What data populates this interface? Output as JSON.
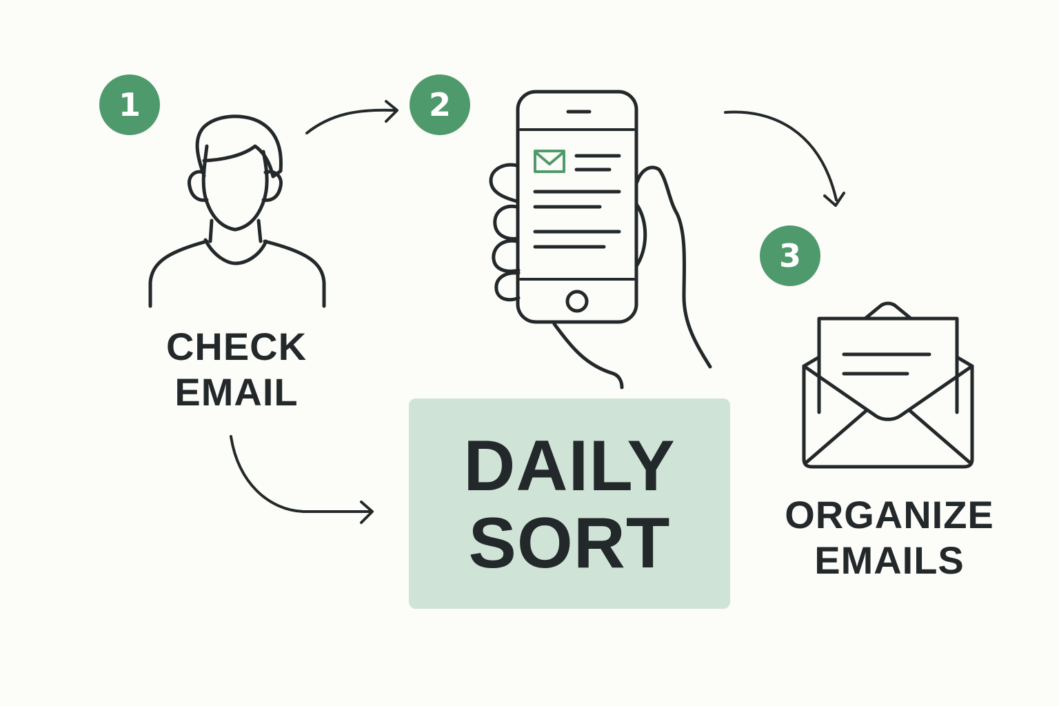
{
  "steps": [
    {
      "number": "1",
      "label_lines": [
        "CHECK",
        "EMAIL"
      ]
    },
    {
      "number": "2"
    },
    {
      "number": "3",
      "label_lines": [
        "ORGANIZE",
        "EMAILS"
      ]
    }
  ],
  "center": {
    "title_lines": [
      "DAILY",
      "SORT"
    ]
  },
  "colors": {
    "background": "#fcfcf8",
    "accent": "#4f9a6c",
    "highlight_box": "#cfe3d6",
    "ink": "#23282a"
  },
  "icons": [
    "person-icon",
    "phone-in-hand-icon",
    "mail-icon",
    "open-envelope-icon",
    "arrow-icon"
  ]
}
